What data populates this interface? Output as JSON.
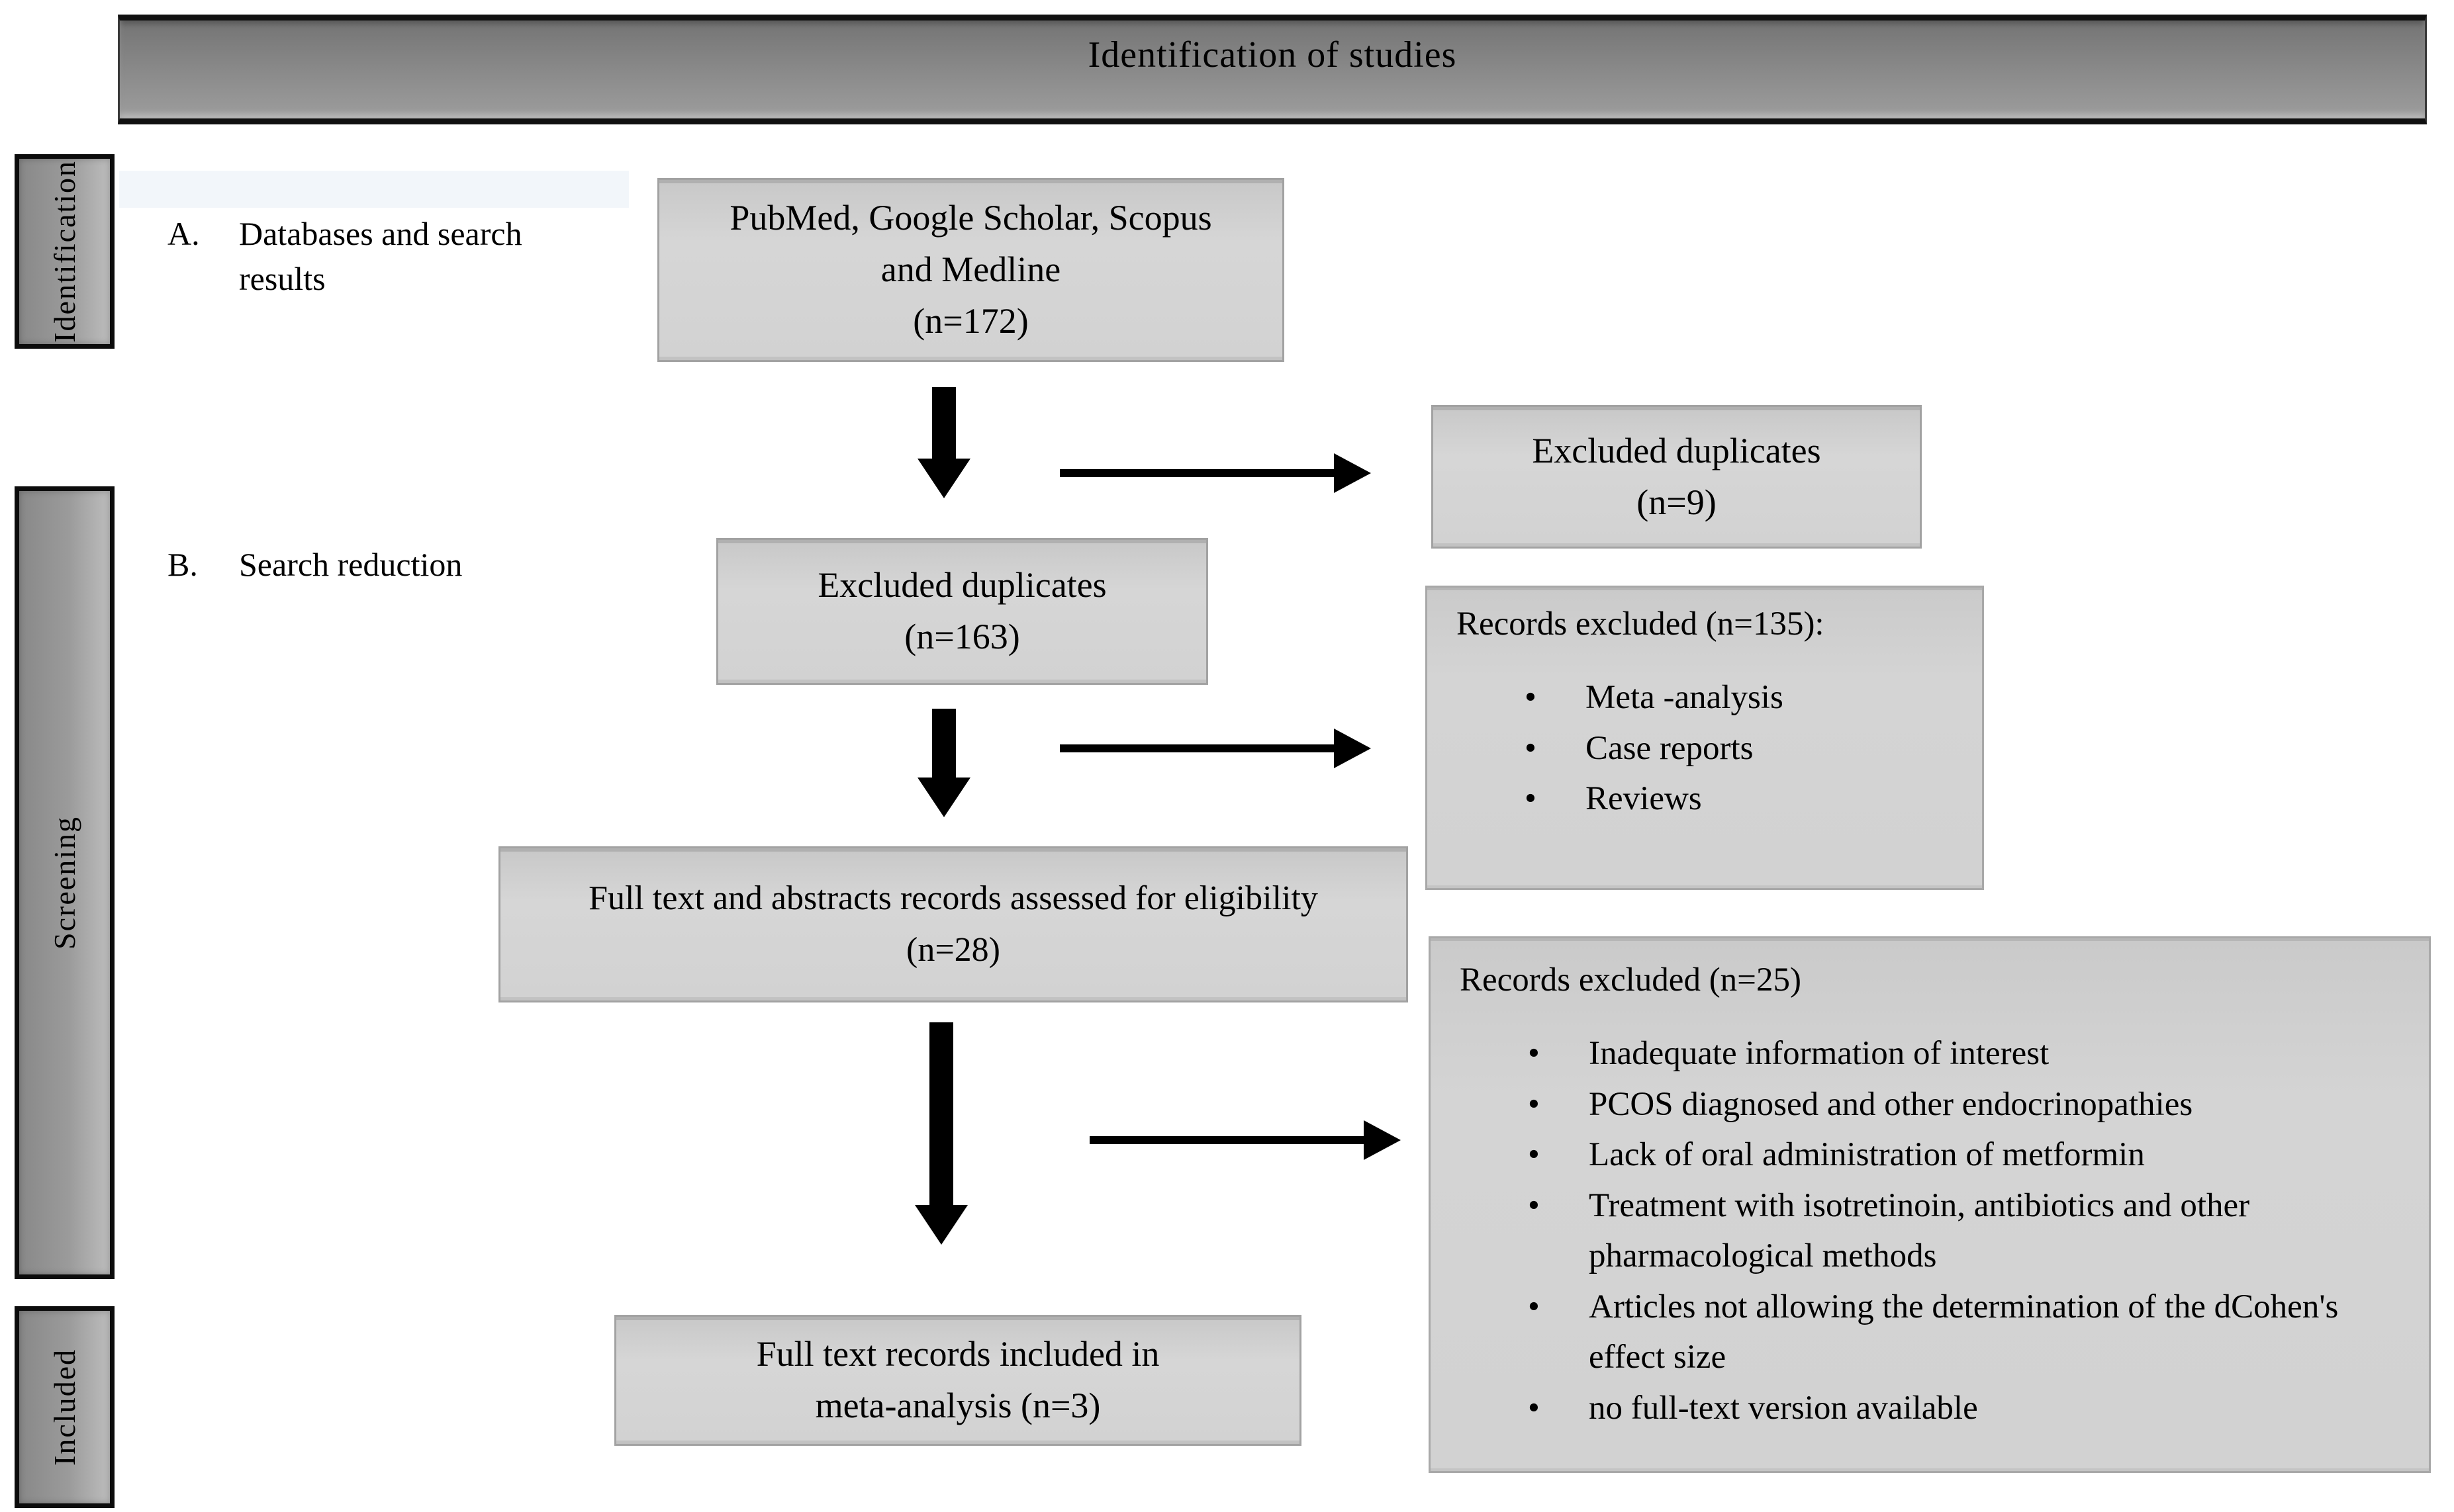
{
  "header": {
    "title": "Identification of studies"
  },
  "sidebar": {
    "items": [
      {
        "label": "Identification"
      },
      {
        "label": "Screening"
      },
      {
        "label": "Included"
      }
    ]
  },
  "annotations": {
    "a": {
      "marker": "A.",
      "text": "Databases and search results"
    },
    "b": {
      "marker": "B.",
      "text": "Search reduction"
    }
  },
  "boxes": {
    "databases": {
      "line1": "PubMed, Google Scholar, Scopus",
      "line2": "and Medline",
      "line3": "(n=172)"
    },
    "dup9": {
      "line1": "Excluded duplicates",
      "line2": "(n=9)"
    },
    "dup163": {
      "line1": "Excluded duplicates",
      "line2": "(n=163)"
    },
    "r135": {
      "title": "Records excluded (n=135):",
      "items": [
        "Meta -analysis",
        "Case reports",
        "Reviews"
      ]
    },
    "eligibility": {
      "line1": "Full text and abstracts records assessed for eligibility",
      "line2": "(n=28)"
    },
    "r25": {
      "title": "Records excluded (n=25)",
      "items": [
        "Inadequate information of interest",
        "PCOS diagnosed and other endocrinopathies",
        "Lack of oral administration of metformin",
        "Treatment with isotretinoin, antibiotics and other pharmacological methods",
        "Articles not allowing the determination of the dCohen's effect size",
        "no full-text version available"
      ]
    },
    "included": {
      "line1": "Full text records included in",
      "line2": "meta-analysis (n=3)"
    }
  },
  "counts": {
    "identified": 172,
    "duplicates_removed": 9,
    "after_duplicates": 163,
    "records_excluded_screening": 135,
    "assessed_for_eligibility": 28,
    "records_excluded_fulltext": 25,
    "included_in_meta_analysis": 3
  },
  "colors": {
    "box_fill": "#d3d3d3",
    "box_border": "#a6a6a6",
    "banner_dark": "#747474",
    "banner_light": "#9d9d9d",
    "sidebar_border": "#0c0c0c",
    "arrow": "#000000",
    "highlight_band": "#f2f6fa",
    "text": "#000000"
  }
}
